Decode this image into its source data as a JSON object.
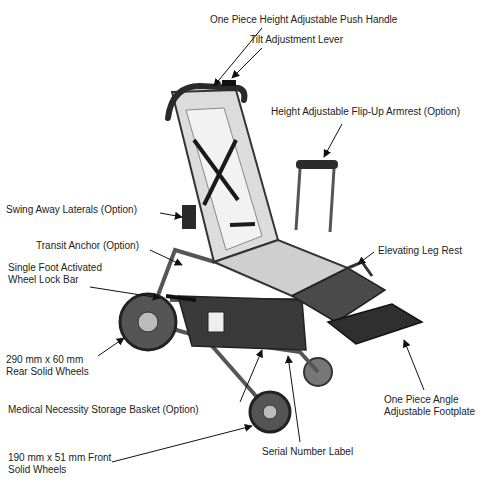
{
  "diagram": {
    "labels": [
      "One Piece Height Adjustable Push Handle",
      "Tilt Adjustment Lever",
      "Height Adjustable Flip-Up Armrest (Option)",
      "Swing Away Laterals (Option)",
      "Transit Anchor (Option)",
      "Single Foot Activated Wheel Lock Bar",
      "Elevating Leg Rest",
      "290 mm x 60 mm Rear Solid Wheels",
      "Medical Necessity Storage Basket (Option)",
      "One Piece Angle Adjustable Footplate",
      "190 mm x 51 mm Front Solid Wheels",
      "Serial Number Label"
    ]
  }
}
